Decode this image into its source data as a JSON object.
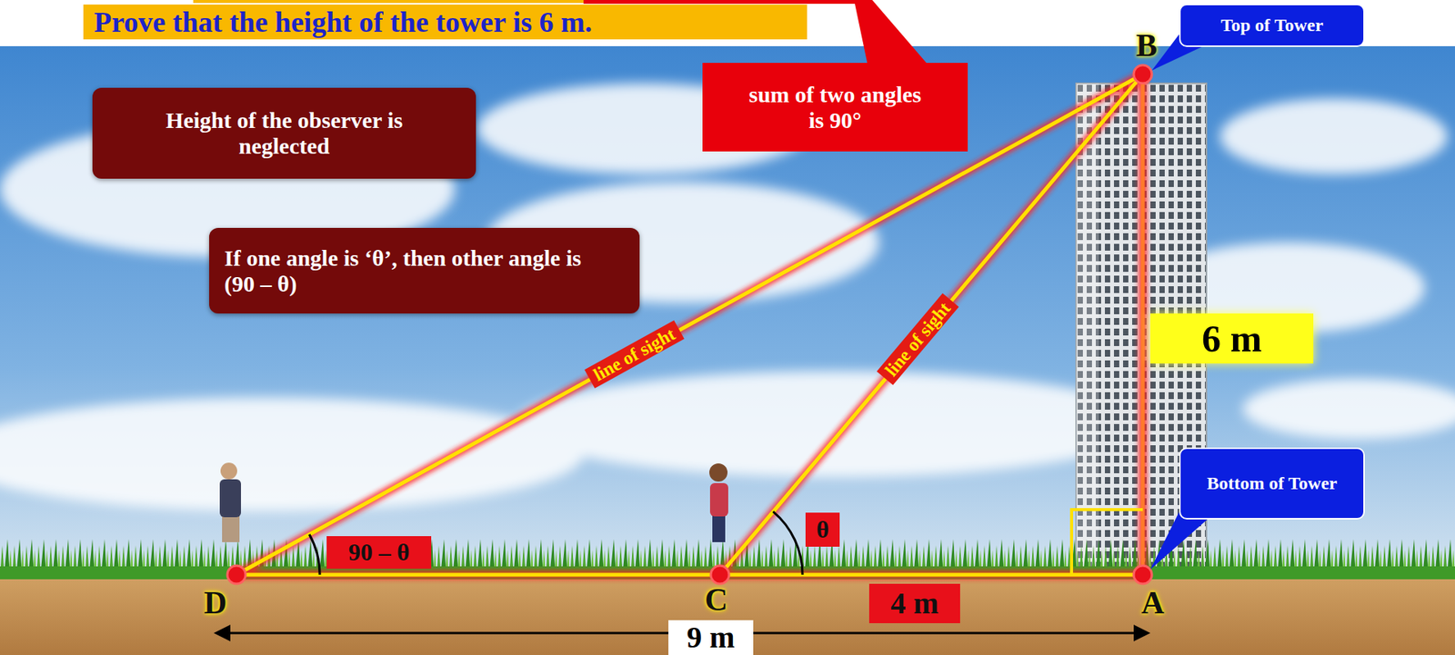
{
  "diagram": {
    "title": "Prove that the height of the tower is 6 m.",
    "nodes": [
      {
        "text": [
          "Height of the observer is neglected"
        ]
      },
      {
        "text": [
          "If one angle is ‘θ’, then other angle is (90 – θ)"
        ]
      },
      {
        "text": [
          "sum of two angles is 90°"
        ]
      },
      {
        "text": [
          "Top of Tower"
        ]
      },
      {
        "text": [
          "Bottom of Tower"
        ]
      },
      {
        "text": [
          "6 m"
        ]
      },
      {
        "text": [
          "90 – θ"
        ]
      },
      {
        "text": [
          "θ"
        ]
      },
      {
        "text": [
          "4 m"
        ]
      },
      {
        "text": [
          "9 m"
        ]
      }
    ],
    "labels": [
      "B",
      "D",
      "C",
      "A",
      "line of sight",
      "line of sight"
    ]
  }
}
